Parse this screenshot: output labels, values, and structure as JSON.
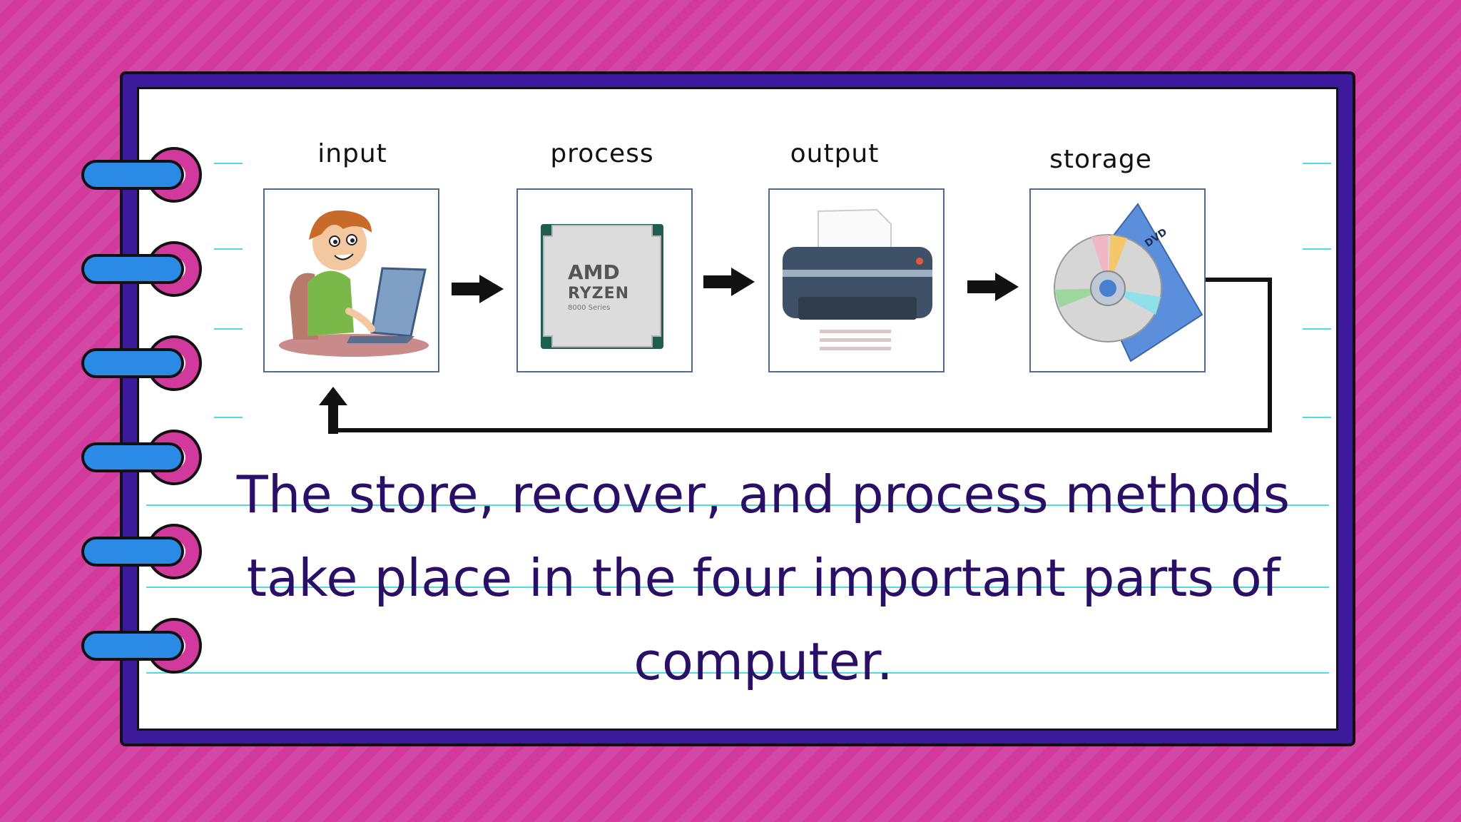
{
  "diagram": {
    "stages": [
      {
        "label": "input",
        "icon": "person-with-laptop-icon"
      },
      {
        "label": "process",
        "icon": "cpu-chip-icon",
        "chip_brand": "AMD",
        "chip_line": "RYZEN",
        "chip_series": "8000 Series"
      },
      {
        "label": "output",
        "icon": "printer-icon"
      },
      {
        "label": "storage",
        "icon": "dvd-disc-icon",
        "disc_label": "DVD"
      }
    ],
    "caption": "The store, recover, and process methods take place in the four important parts of computer."
  },
  "colors": {
    "background": "#d2399d",
    "notebook_border": "#3d1a9c",
    "ring_fill": "#2b8ae6",
    "ring_socket": "#d2399d",
    "rule_line": "#4fd9e3",
    "caption_text": "#2a0f66"
  }
}
